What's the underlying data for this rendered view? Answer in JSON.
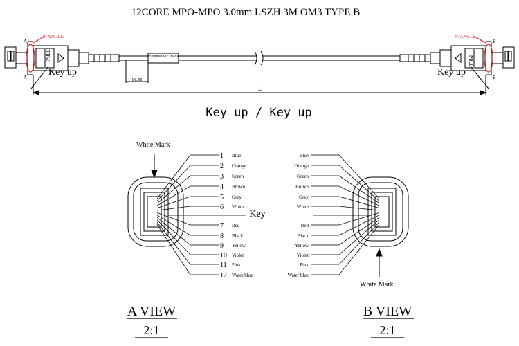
{
  "title": "12CORE MPO-MPO 3.0mm LSZH 3M OM3 TYPE B",
  "cable": {
    "angle_left": "8°ANGLE",
    "angle_right": "8°ANGLE",
    "marker_a_top": "A",
    "marker_a_bottom": "A",
    "marker_b_top": "B",
    "marker_b_bottom": "B",
    "pull_left": "PULL",
    "pull_right": "PULL",
    "key_up_left": "Key up",
    "key_up_right": "Key up",
    "wire_label": "Wirenumber mark",
    "dim_9cm": "9CM",
    "length_label": "L"
  },
  "orientation_label": "Key up / Key up",
  "a_view": {
    "white_mark": "White Mark",
    "key_label": "Key",
    "fibers": [
      {
        "num": "1",
        "color": "Blue"
      },
      {
        "num": "2",
        "color": "Orange"
      },
      {
        "num": "3",
        "color": "Green"
      },
      {
        "num": "4",
        "color": "Brown"
      },
      {
        "num": "5",
        "color": "Grey"
      },
      {
        "num": "6",
        "color": "White"
      },
      {
        "num": "7",
        "color": "Red"
      },
      {
        "num": "8",
        "color": "Black"
      },
      {
        "num": "9",
        "color": "Yellow"
      },
      {
        "num": "10",
        "color": "Violet"
      },
      {
        "num": "11",
        "color": "Pink"
      },
      {
        "num": "12",
        "color": "Water blue"
      }
    ],
    "view_label": "A VIEW",
    "scale": "2:1"
  },
  "b_view": {
    "white_mark": "White Mark",
    "fibers": [
      "Blue",
      "Orange",
      "Green",
      "Brown",
      "Grey",
      "White",
      "Red",
      "Black",
      "Yellow",
      "Violet",
      "Pink",
      "Water blue"
    ],
    "view_label": "B VIEW",
    "scale": "2:1"
  },
  "colors": {
    "line": "#000000",
    "angle_marker": "#e02020"
  }
}
